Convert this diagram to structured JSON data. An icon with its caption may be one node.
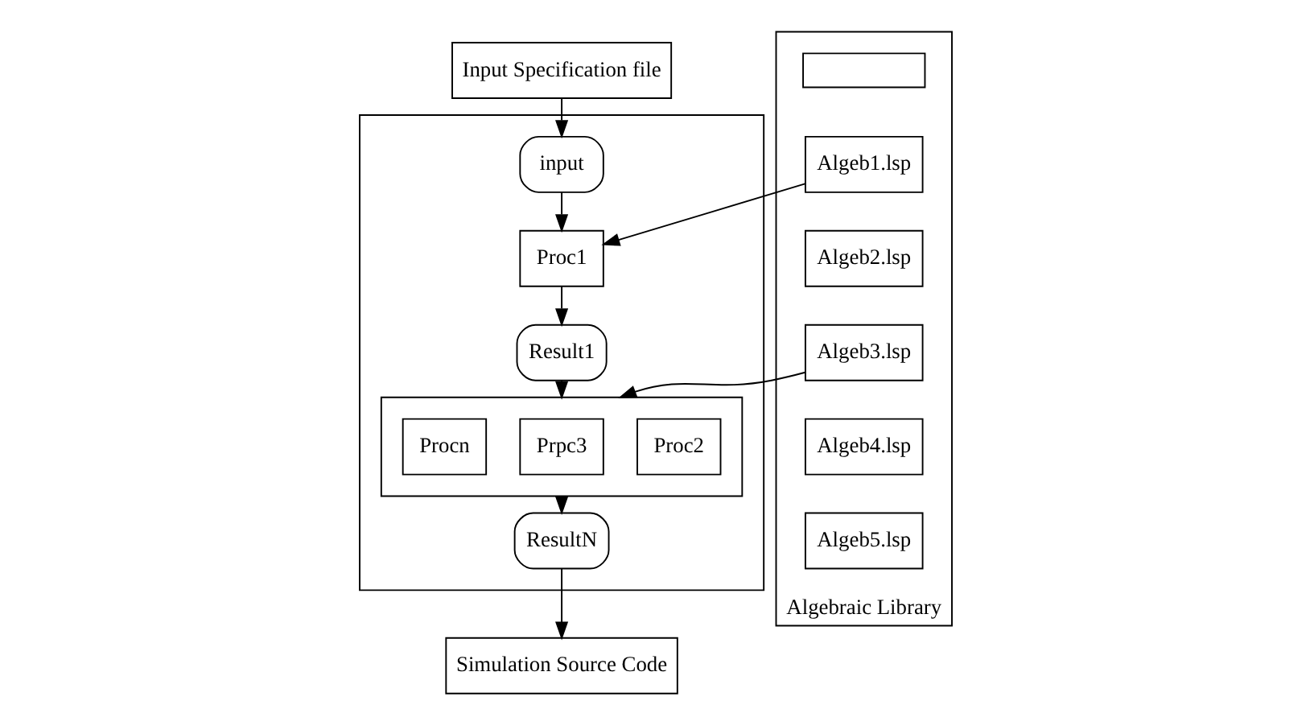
{
  "diagram": {
    "nodes": [
      {
        "text": [
          "Input Specification file"
        ]
      },
      {
        "text": [],
        "shape": "box"
      },
      {
        "text": [
          "input"
        ],
        "in": 1
      },
      {
        "text": [
          "Proc1"
        ],
        "in": 1
      },
      {
        "text": [
          "Result1"
        ],
        "in": 1
      },
      {
        "text": [],
        "shape": "box",
        "in": 1
      },
      {
        "text": [
          "Proc2"
        ],
        "in": 5
      },
      {
        "text": [
          "Prpc3"
        ],
        "in": 5
      },
      {
        "text": [
          "Procn"
        ],
        "in": 5
      },
      {
        "text": [
          "ResultN"
        ],
        "in": 1
      },
      {
        "text": [
          "Simulation Source Code"
        ]
      },
      {
        "text": [
          "Algebraic Library"
        ]
      },
      {
        "text": [],
        "shape": "box",
        "in": 11
      },
      {
        "text": [
          "Algeb1.lsp"
        ],
        "in": 11
      },
      {
        "text": [
          "Algeb2.lsp"
        ],
        "in": 11
      },
      {
        "text": [
          "Algeb3.lsp"
        ],
        "in": 11
      },
      {
        "text": [
          "Algeb4.lsp"
        ],
        "in": 11
      },
      {
        "text": [
          "Algeb5.lsp"
        ],
        "in": 11
      }
    ],
    "edges": [
      {
        "from": 0,
        "to": 2,
        "arrow": "to"
      },
      {
        "from": 2,
        "to": 3,
        "arrow": "to"
      },
      {
        "from": 13,
        "to": 3,
        "arrow": "to"
      },
      {
        "from": 3,
        "to": 4,
        "arrow": "to"
      },
      {
        "from": 4,
        "to": 5,
        "arrow": "to"
      },
      {
        "from": 15,
        "to": 5,
        "arrow": "to"
      },
      {
        "from": 5,
        "to": 9,
        "arrow": "to"
      },
      {
        "from": 9,
        "to": 10,
        "arrow": "to"
      }
    ]
  }
}
